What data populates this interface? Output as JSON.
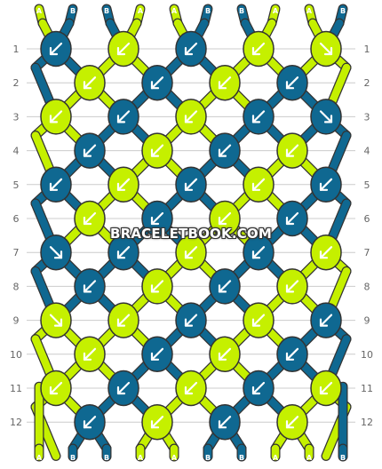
{
  "site": {
    "watermark": "BRACELETBOOK.COM"
  },
  "colors": {
    "A": "#c5f000",
    "B": "#0f6891",
    "outline": "#333333",
    "rowline": "#cccccc",
    "arrow": "#ffffff"
  },
  "strings": {
    "top": [
      "A",
      "B",
      "B",
      "A",
      "A",
      "B",
      "B",
      "A",
      "A",
      "B"
    ],
    "bottom": [
      "A",
      "B",
      "B",
      "A",
      "A",
      "B",
      "B",
      "A",
      "A",
      "B"
    ]
  },
  "row_labels": [
    "1",
    "2",
    "3",
    "4",
    "5",
    "6",
    "7",
    "8",
    "9",
    "10",
    "11",
    "12"
  ],
  "rows": [
    [
      {
        "c": "B",
        "d": "bl"
      },
      {
        "c": "A",
        "d": "bl"
      },
      {
        "c": "B",
        "d": "bl"
      },
      {
        "c": "A",
        "d": "bl"
      },
      {
        "c": "A",
        "d": "br"
      }
    ],
    [
      {
        "c": "A",
        "d": "bl"
      },
      {
        "c": "B",
        "d": "bl"
      },
      {
        "c": "A",
        "d": "bl"
      },
      {
        "c": "B",
        "d": "bl"
      }
    ],
    [
      {
        "c": "A",
        "d": "bl"
      },
      {
        "c": "B",
        "d": "bl"
      },
      {
        "c": "A",
        "d": "bl"
      },
      {
        "c": "B",
        "d": "bl"
      },
      {
        "c": "B",
        "d": "br"
      }
    ],
    [
      {
        "c": "B",
        "d": "bl"
      },
      {
        "c": "A",
        "d": "bl"
      },
      {
        "c": "B",
        "d": "bl"
      },
      {
        "c": "A",
        "d": "bl"
      }
    ],
    [
      {
        "c": "B",
        "d": "bl"
      },
      {
        "c": "A",
        "d": "bl"
      },
      {
        "c": "B",
        "d": "bl"
      },
      {
        "c": "A",
        "d": "bl"
      },
      {
        "c": "B",
        "d": "bl"
      }
    ],
    [
      {
        "c": "A",
        "d": "bl"
      },
      {
        "c": "B",
        "d": "bl"
      },
      {
        "c": "A",
        "d": "bl"
      },
      {
        "c": "B",
        "d": "bl"
      }
    ],
    [
      {
        "c": "B",
        "d": "br"
      },
      {
        "c": "B",
        "d": "bl"
      },
      {
        "c": "A",
        "d": "bl"
      },
      {
        "c": "B",
        "d": "bl"
      },
      {
        "c": "A",
        "d": "bl"
      }
    ],
    [
      {
        "c": "B",
        "d": "bl"
      },
      {
        "c": "A",
        "d": "bl"
      },
      {
        "c": "B",
        "d": "bl"
      },
      {
        "c": "A",
        "d": "bl"
      }
    ],
    [
      {
        "c": "A",
        "d": "br"
      },
      {
        "c": "A",
        "d": "bl"
      },
      {
        "c": "B",
        "d": "bl"
      },
      {
        "c": "A",
        "d": "bl"
      },
      {
        "c": "B",
        "d": "bl"
      }
    ],
    [
      {
        "c": "A",
        "d": "bl"
      },
      {
        "c": "B",
        "d": "bl"
      },
      {
        "c": "A",
        "d": "bl"
      },
      {
        "c": "B",
        "d": "bl"
      }
    ],
    [
      {
        "c": "A",
        "d": "bl"
      },
      {
        "c": "B",
        "d": "bl"
      },
      {
        "c": "A",
        "d": "bl"
      },
      {
        "c": "B",
        "d": "bl"
      },
      {
        "c": "A",
        "d": "bl"
      }
    ],
    [
      {
        "c": "B",
        "d": "bl"
      },
      {
        "c": "A",
        "d": "bl"
      },
      {
        "c": "B",
        "d": "bl"
      },
      {
        "c": "A",
        "d": "bl"
      }
    ]
  ]
}
